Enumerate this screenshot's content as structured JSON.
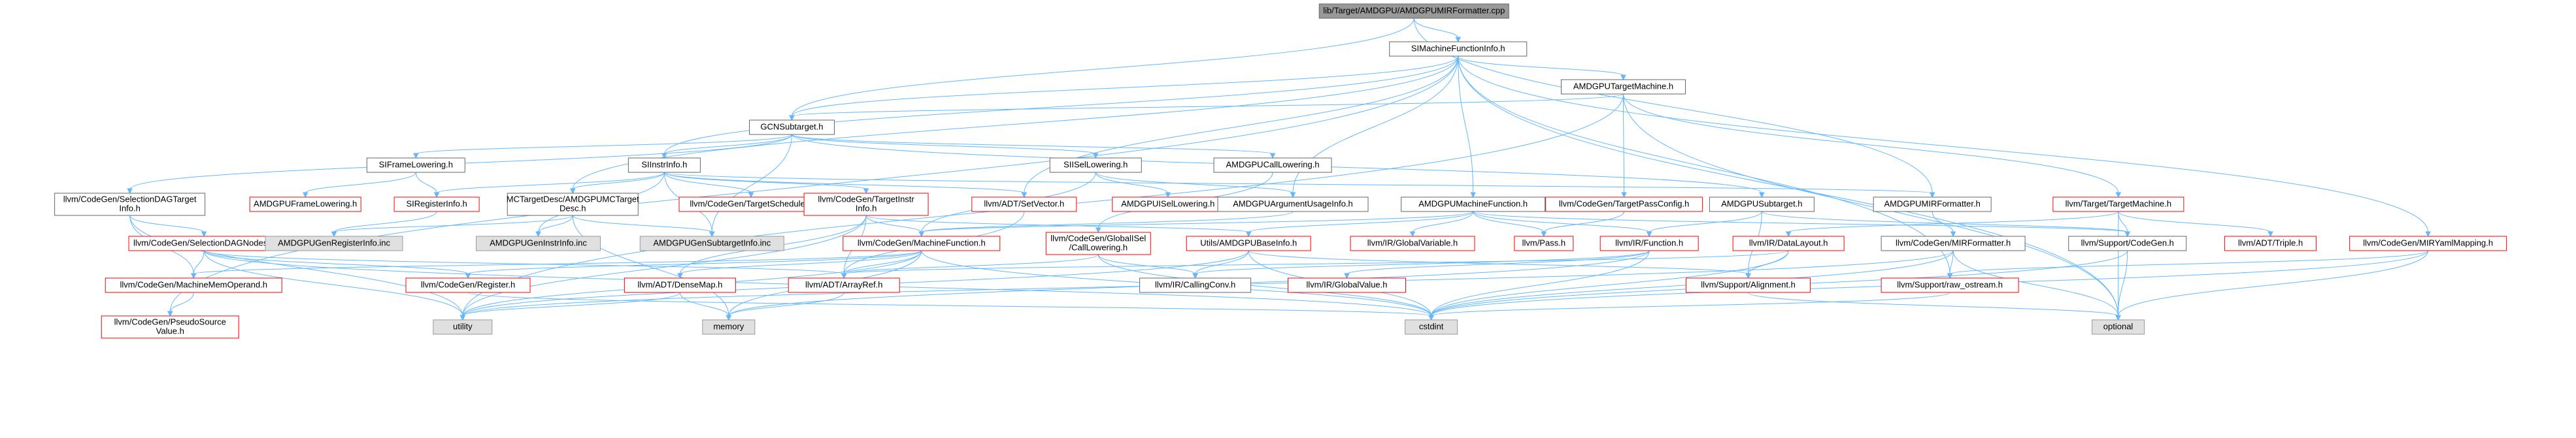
{
  "nodes": [
    {
      "id": "root",
      "lines": [
        "lib/Target/AMDGPU/AMDGPUMIRFormatter.cpp"
      ],
      "style": "root"
    },
    {
      "id": "mfi",
      "lines": [
        "SIMachineFunctionInfo.h"
      ],
      "style": "internal"
    },
    {
      "id": "tm",
      "lines": [
        "AMDGPUTargetMachine.h"
      ],
      "style": "internal"
    },
    {
      "id": "gcn",
      "lines": [
        "GCNSubtarget.h"
      ],
      "style": "internal"
    },
    {
      "id": "sifl",
      "lines": [
        "SIFrameLowering.h"
      ],
      "style": "internal"
    },
    {
      "id": "siii",
      "lines": [
        "SIInstrInfo.h"
      ],
      "style": "internal"
    },
    {
      "id": "sisl",
      "lines": [
        "SIISelLowering.h"
      ],
      "style": "internal"
    },
    {
      "id": "cl",
      "lines": [
        "AMDGPUCallLowering.h"
      ],
      "style": "internal"
    },
    {
      "id": "sdti",
      "lines": [
        "llvm/CodeGen/SelectionDAGTarget",
        "Info.h"
      ],
      "style": "internal"
    },
    {
      "id": "afl",
      "lines": [
        "AMDGPUFrameLowering.h"
      ],
      "style": "external"
    },
    {
      "id": "sri",
      "lines": [
        "SIRegisterInfo.h"
      ],
      "style": "external"
    },
    {
      "id": "mctd",
      "lines": [
        "MCTargetDesc/AMDGPUMCTarget",
        "Desc.h"
      ],
      "style": "internal"
    },
    {
      "id": "cgts",
      "lines": [
        "llvm/CodeGen/TargetSchedule.h"
      ],
      "style": "external"
    },
    {
      "id": "cgti",
      "lines": [
        "llvm/CodeGen/TargetInstr",
        "Info.h"
      ],
      "style": "external"
    },
    {
      "id": "sv",
      "lines": [
        "llvm/ADT/SetVector.h"
      ],
      "style": "external"
    },
    {
      "id": "asl",
      "lines": [
        "AMDGPUISelLowering.h"
      ],
      "style": "external"
    },
    {
      "id": "aui",
      "lines": [
        "AMDGPUArgumentUsageInfo.h"
      ],
      "style": "internal"
    },
    {
      "id": "amf",
      "lines": [
        "AMDGPUMachineFunction.h"
      ],
      "style": "internal"
    },
    {
      "id": "ast",
      "lines": [
        "AMDGPUSubtarget.h"
      ],
      "style": "internal"
    },
    {
      "id": "mirf",
      "lines": [
        "AMDGPUMIRFormatter.h"
      ],
      "style": "internal"
    },
    {
      "id": "ttm",
      "lines": [
        "llvm/Target/TargetMachine.h"
      ],
      "style": "external"
    },
    {
      "id": "tpc",
      "lines": [
        "llvm/CodeGen/TargetPassConfig.h"
      ],
      "style": "external"
    },
    {
      "id": "ymap",
      "lines": [
        "llvm/CodeGen/MIRYamlMapping.h"
      ],
      "style": "external"
    },
    {
      "id": "sdn",
      "lines": [
        "llvm/CodeGen/SelectionDAGNodes.h"
      ],
      "style": "external"
    },
    {
      "id": "regi",
      "lines": [
        "AMDGPUGenRegisterInfo.inc"
      ],
      "style": "gray"
    },
    {
      "id": "instri",
      "lines": [
        "AMDGPUGenInstrInfo.inc"
      ],
      "style": "gray"
    },
    {
      "id": "subti",
      "lines": [
        "AMDGPUGenSubtargetInfo.inc"
      ],
      "style": "gray"
    },
    {
      "id": "bi",
      "lines": [
        "Utils/AMDGPUBaseInfo.h"
      ],
      "style": "external"
    },
    {
      "id": "mf",
      "lines": [
        "llvm/CodeGen/MachineFunction.h"
      ],
      "style": "external"
    },
    {
      "id": "gisel",
      "lines": [
        "llvm/CodeGen/GlobalISel",
        "/CallLowering.h"
      ],
      "style": "external"
    },
    {
      "id": "gv",
      "lines": [
        "llvm/IR/GlobalVariable.h"
      ],
      "style": "external"
    },
    {
      "id": "pass",
      "lines": [
        "llvm/Pass.h"
      ],
      "style": "external"
    },
    {
      "id": "fn",
      "lines": [
        "llvm/IR/Function.h"
      ],
      "style": "external"
    },
    {
      "id": "dl",
      "lines": [
        "llvm/IR/DataLayout.h"
      ],
      "style": "external"
    },
    {
      "id": "cgmirf",
      "lines": [
        "llvm/CodeGen/MIRFormatter.h"
      ],
      "style": "internal"
    },
    {
      "id": "scg",
      "lines": [
        "llvm/Support/CodeGen.h"
      ],
      "style": "internal"
    },
    {
      "id": "triple",
      "lines": [
        "llvm/ADT/Triple.h"
      ],
      "style": "external"
    },
    {
      "id": "mmo",
      "lines": [
        "llvm/CodeGen/MachineMemOperand.h"
      ],
      "style": "external"
    },
    {
      "id": "reg",
      "lines": [
        "llvm/CodeGen/Register.h"
      ],
      "style": "external"
    },
    {
      "id": "dm",
      "lines": [
        "llvm/ADT/DenseMap.h"
      ],
      "style": "external"
    },
    {
      "id": "ar",
      "lines": [
        "llvm/ADT/ArrayRef.h"
      ],
      "style": "external"
    },
    {
      "id": "cc",
      "lines": [
        "llvm/IR/CallingConv.h"
      ],
      "style": "internal"
    },
    {
      "id": "gval",
      "lines": [
        "llvm/IR/GlobalValue.h"
      ],
      "style": "external"
    },
    {
      "id": "align",
      "lines": [
        "llvm/Support/Alignment.h"
      ],
      "style": "external"
    },
    {
      "id": "ros",
      "lines": [
        "llvm/Support/raw_ostream.h"
      ],
      "style": "external"
    },
    {
      "id": "psv",
      "lines": [
        "llvm/CodeGen/PseudoSource",
        "Value.h"
      ],
      "style": "external"
    },
    {
      "id": "utility",
      "lines": [
        "utility"
      ],
      "style": "gray"
    },
    {
      "id": "memory",
      "lines": [
        "memory"
      ],
      "style": "gray"
    },
    {
      "id": "cstdint",
      "lines": [
        "cstdint"
      ],
      "style": "gray"
    },
    {
      "id": "optional",
      "lines": [
        "optional"
      ],
      "style": "gray"
    }
  ],
  "edges": [
    [
      "root",
      "mfi"
    ],
    [
      "root",
      "gcn"
    ],
    [
      "root",
      "mirf"
    ],
    [
      "mfi",
      "tm"
    ],
    [
      "mfi",
      "gcn"
    ],
    [
      "mfi",
      "siii"
    ],
    [
      "mfi",
      "mctd"
    ],
    [
      "mfi",
      "sv"
    ],
    [
      "mfi",
      "aui"
    ],
    [
      "mfi",
      "amf"
    ],
    [
      "mfi",
      "ymap"
    ],
    [
      "mfi",
      "psv"
    ],
    [
      "mfi",
      "ros"
    ],
    [
      "mfi",
      "optional"
    ],
    [
      "tm",
      "gcn"
    ],
    [
      "tm",
      "tpc"
    ],
    [
      "tm",
      "ttm"
    ],
    [
      "tm",
      "utility"
    ],
    [
      "tm",
      "optional"
    ],
    [
      "gcn",
      "sifl"
    ],
    [
      "gcn",
      "siii"
    ],
    [
      "gcn",
      "sisl"
    ],
    [
      "gcn",
      "cl"
    ],
    [
      "gcn",
      "ast"
    ],
    [
      "gcn",
      "sdti"
    ],
    [
      "gcn",
      "subti"
    ],
    [
      "sifl",
      "afl"
    ],
    [
      "sifl",
      "sri"
    ],
    [
      "siii",
      "sri"
    ],
    [
      "siii",
      "mctd"
    ],
    [
      "siii",
      "cgts"
    ],
    [
      "siii",
      "cgti"
    ],
    [
      "siii",
      "sv"
    ],
    [
      "siii",
      "instri"
    ],
    [
      "siii",
      "mirf"
    ],
    [
      "siii",
      "subti"
    ],
    [
      "sisl",
      "asl"
    ],
    [
      "sisl",
      "aui"
    ],
    [
      "sisl",
      "mf"
    ],
    [
      "cl",
      "gisel"
    ],
    [
      "sdti",
      "sdn"
    ],
    [
      "sdti",
      "mmo"
    ],
    [
      "sdti",
      "utility"
    ],
    [
      "sri",
      "regi"
    ],
    [
      "mctd",
      "regi"
    ],
    [
      "mctd",
      "instri"
    ],
    [
      "mctd",
      "subti"
    ],
    [
      "mctd",
      "memory"
    ],
    [
      "cgti",
      "mf"
    ],
    [
      "cgti",
      "dm"
    ],
    [
      "cgti",
      "ar"
    ],
    [
      "cgti",
      "bi"
    ],
    [
      "cgti",
      "utility"
    ],
    [
      "sv",
      "ar"
    ],
    [
      "aui",
      "mf"
    ],
    [
      "amf",
      "mf"
    ],
    [
      "amf",
      "gv"
    ],
    [
      "amf",
      "pass"
    ],
    [
      "amf",
      "fn"
    ],
    [
      "amf",
      "bi"
    ],
    [
      "amf",
      "scg"
    ],
    [
      "ast",
      "fn"
    ],
    [
      "ast",
      "align"
    ],
    [
      "ast",
      "scg"
    ],
    [
      "mirf",
      "cgmirf"
    ],
    [
      "ttm",
      "dl"
    ],
    [
      "ttm",
      "triple"
    ],
    [
      "ttm",
      "scg"
    ],
    [
      "ttm",
      "optional"
    ],
    [
      "tpc",
      "pass"
    ],
    [
      "ymap",
      "ros"
    ],
    [
      "ymap",
      "cstdint"
    ],
    [
      "ymap",
      "optional"
    ],
    [
      "sdn",
      "mmo"
    ],
    [
      "sdn",
      "reg"
    ],
    [
      "sdn",
      "ar"
    ],
    [
      "sdn",
      "utility"
    ],
    [
      "sdn",
      "cstdint"
    ],
    [
      "bi",
      "cc"
    ],
    [
      "bi",
      "align"
    ],
    [
      "bi",
      "cstdint"
    ],
    [
      "bi",
      "utility"
    ],
    [
      "mf",
      "mmo"
    ],
    [
      "mf",
      "reg"
    ],
    [
      "mf",
      "dm"
    ],
    [
      "mf",
      "ar"
    ],
    [
      "mf",
      "utility"
    ],
    [
      "mf",
      "memory"
    ],
    [
      "mf",
      "cstdint"
    ],
    [
      "gisel",
      "ar"
    ],
    [
      "gisel",
      "cc"
    ],
    [
      "gisel",
      "cstdint"
    ],
    [
      "fn",
      "cc"
    ],
    [
      "fn",
      "gval"
    ],
    [
      "fn",
      "memory"
    ],
    [
      "fn",
      "cstdint"
    ],
    [
      "dl",
      "ar"
    ],
    [
      "dl",
      "align"
    ],
    [
      "dl",
      "cstdint"
    ],
    [
      "cgmirf",
      "ros"
    ],
    [
      "cgmirf",
      "cstdint"
    ],
    [
      "cgmirf",
      "optional"
    ],
    [
      "cgmirf",
      "utility"
    ],
    [
      "scg",
      "optional"
    ],
    [
      "scg",
      "cstdint"
    ],
    [
      "mmo",
      "psv"
    ],
    [
      "reg",
      "cstdint"
    ],
    [
      "dm",
      "utility"
    ],
    [
      "dm",
      "memory"
    ],
    [
      "ar",
      "memory"
    ],
    [
      "align",
      "optional"
    ],
    [
      "ros",
      "cstdint"
    ]
  ],
  "colors": {
    "root_fill": "#999999",
    "internal_fill": "#ffffff",
    "internal_stroke": "#666666",
    "external_stroke": "#ff0000",
    "external_text": "#ff0000",
    "gray_fill": "#e0e0e0",
    "gray_stroke": "#999999",
    "edge": "#63b8ff"
  }
}
